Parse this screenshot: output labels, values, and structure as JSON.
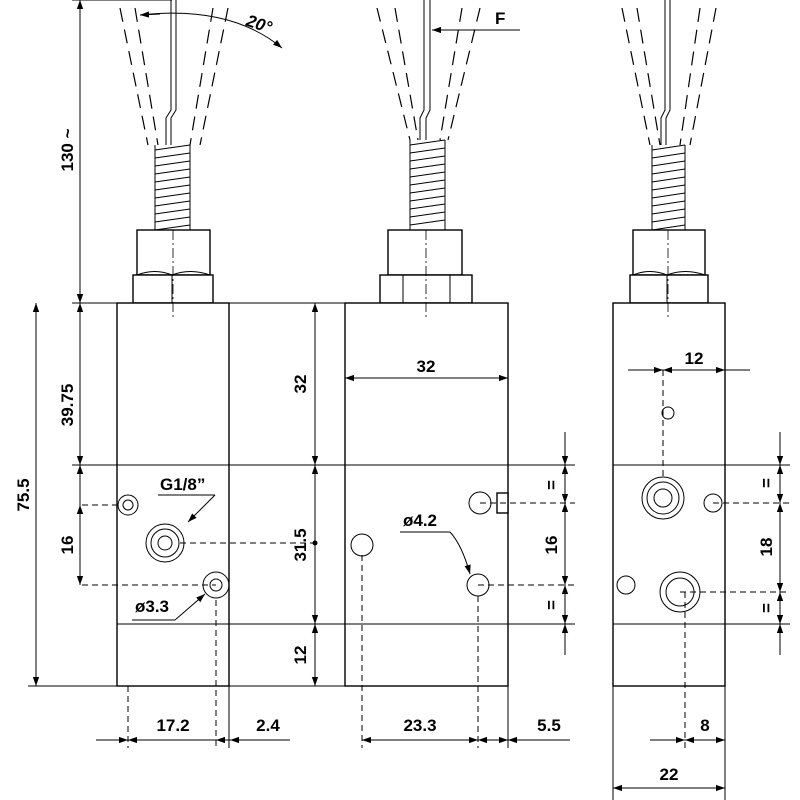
{
  "diagram": {
    "angle_label": "20°",
    "force_label": "F",
    "thread_label": "G1/8”",
    "hole_small_label": "ø3.3",
    "hole_medium_label": "ø4.2",
    "dimensions": {
      "lever_length": "130 ~",
      "total_height": "75.5",
      "upper_height": "39.75",
      "port_spacing": "16",
      "top_block": "32",
      "mid_block": "31.5",
      "bottom_block": "12",
      "width_front": "17.2",
      "offset_front": "2.4",
      "width_side": "32",
      "offset_side_a": "23.3",
      "offset_side_b": "5.5",
      "port_spacing_side": "16",
      "equal_mark": "=",
      "offset_right": "12",
      "port_spacing_right": "18",
      "offset_right_small": "8",
      "width_right": "22"
    }
  }
}
